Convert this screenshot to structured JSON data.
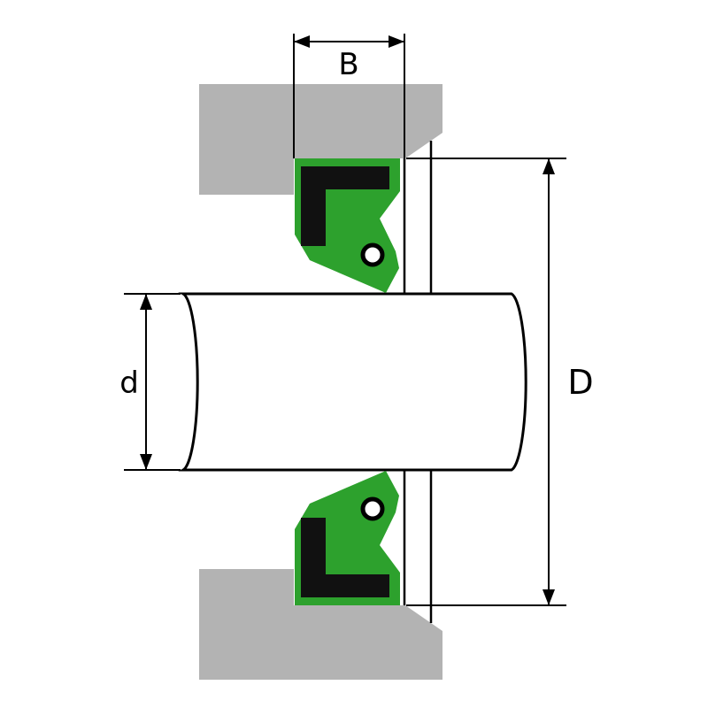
{
  "diagram": {
    "labels": {
      "seal_width": "B",
      "shaft_diameter": "d",
      "bore_diameter": "D"
    },
    "colors": {
      "housing": "#b3b3b3",
      "seal": "#2da12d",
      "insert": "#111111",
      "shaft": "#ffffff",
      "spring": "#ffffff",
      "line": "#000000"
    }
  }
}
